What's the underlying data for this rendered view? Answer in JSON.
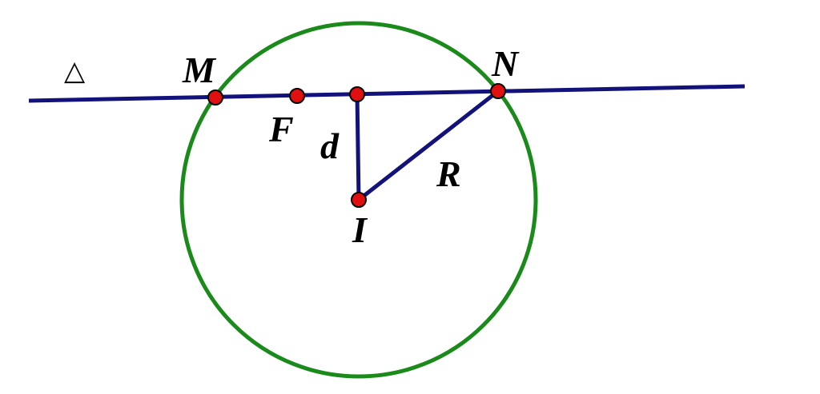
{
  "colors": {
    "circle": "#1a8a1a",
    "line": "#12127a",
    "point_fill": "#e01010",
    "point_stroke": "#000000",
    "text": "#000000"
  },
  "labels": {
    "line_name": "△",
    "M": "M",
    "N": "N",
    "F": "F",
    "I": "I",
    "d": "d",
    "R": "R"
  }
}
